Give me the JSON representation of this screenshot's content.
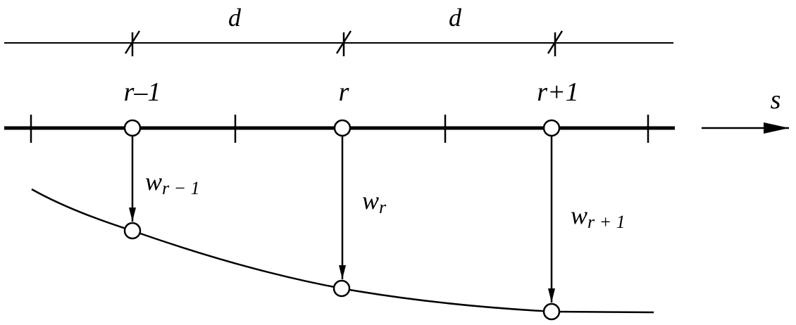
{
  "labels": {
    "d_left": "d",
    "d_right": "d",
    "node_left": "r–1",
    "node_mid": "r",
    "node_right": "r+1",
    "axis": "s",
    "w_left_base": "w",
    "w_left_sub": "r − 1",
    "w_mid_base": "w",
    "w_mid_sub": "r",
    "w_right_base": "w",
    "w_right_sub": "r + 1"
  },
  "colors": {
    "stroke": "#000000",
    "background": "#ffffff"
  }
}
